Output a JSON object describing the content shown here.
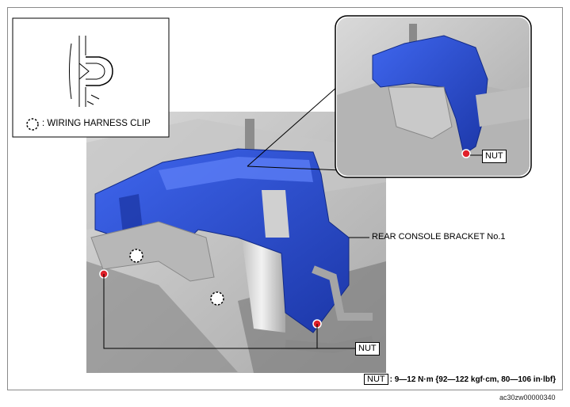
{
  "legend": {
    "wiring_clip_label": ": WIRING HARNESS CLIP",
    "clip_icon": "dashed-circle-icon"
  },
  "callouts": {
    "nut_inset": "NUT",
    "nut_main": "NUT",
    "bracket": "REAR CONSOLE BRACKET No.1"
  },
  "torque_spec": {
    "label": "NUT",
    "value": ": 9—12 N·m {92—122 kgf·cm, 80—106 in·lbf}"
  },
  "figure_code": "ac30zw00000340",
  "colors": {
    "bracket_blue": "#2a4fd6",
    "nut_red": "#e0202a",
    "metal_gray": "#9c9c9c"
  }
}
